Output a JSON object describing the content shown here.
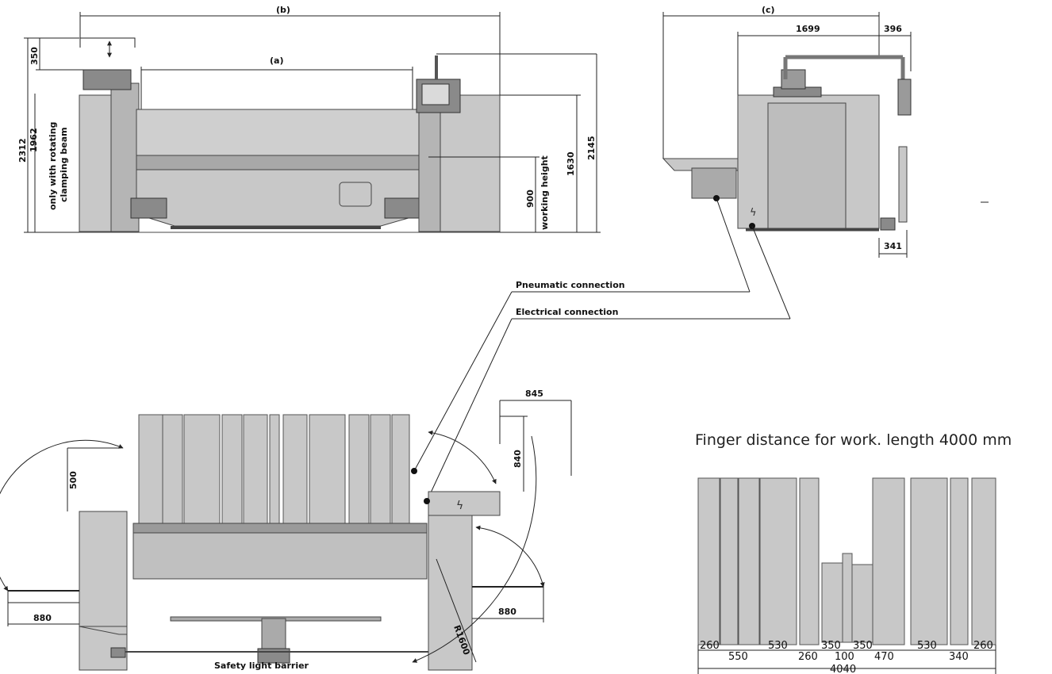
{
  "front_view": {
    "dim_b": "(b)",
    "dim_a": "(a)",
    "dim_350": "350",
    "dim_2312": "2312",
    "dim_1962": "1962",
    "rotating_line1": "only with rotating",
    "rotating_line2": "clamping beam",
    "dim_900": "900",
    "working_height": "working height",
    "dim_1630": "1630",
    "dim_2145": "2145"
  },
  "side_view": {
    "dim_c": "(c)",
    "dim_1699": "1699",
    "dim_396": "396",
    "dim_341": "341"
  },
  "connections": {
    "pneumatic": "Pneumatic connection",
    "electrical": "Electrical connection"
  },
  "top_view": {
    "dim_845": "845",
    "dim_840": "840",
    "dim_500": "500",
    "dim_880_left": "880",
    "dim_880_right": "880",
    "radius": "R1600",
    "safety": "Safety light barrier"
  },
  "finger_detail": {
    "title": "Finger distance for work. length 4000 mm",
    "d_260a": "260",
    "d_550": "550",
    "d_530a": "530",
    "d_260b": "260",
    "d_350a": "350",
    "d_100": "100",
    "d_350b": "350",
    "d_470": "470",
    "d_530b": "530",
    "d_340": "340",
    "d_260c": "260",
    "total": "4040"
  },
  "colors": {
    "machine_fill": "#c8c8c8",
    "machine_dark": "#8a8a8a",
    "line": "#222222"
  }
}
